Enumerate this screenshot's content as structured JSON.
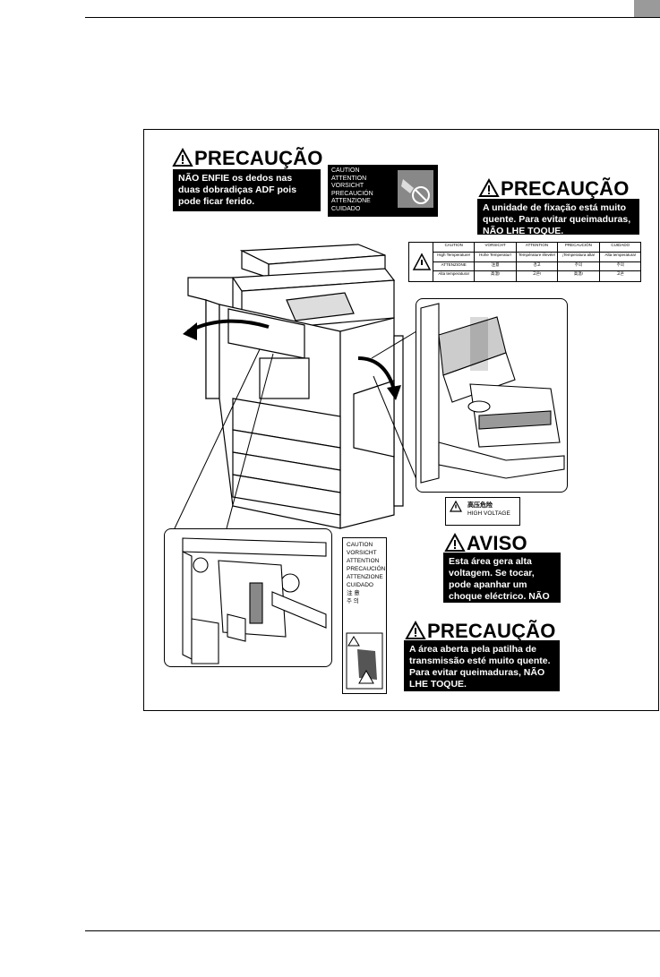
{
  "caution_adf": {
    "title": "PRECAUÇÃO",
    "text": "NÃO ENFIE os dedos nas duas dobradiças ADF pois pode ficar ferido."
  },
  "adf_label": {
    "lines": [
      "CAUTION",
      "ATTENTION",
      "VORSICHT",
      "PRECAUCIÓN",
      "ATTENZIONE",
      "CUIDADO"
    ]
  },
  "caution_fuser": {
    "title": "PRECAUÇÃO",
    "text": "A unidade de fixação está muito quente. Para evitar queimaduras, NÃO LHE TOQUE."
  },
  "fuser_table": {
    "headers": [
      "CAUTION",
      "VORSICHT",
      "ATTENTION",
      "PRECAUCIÓN",
      "CUIDADO"
    ],
    "row1": [
      "High Temperature!",
      "Hohe Temperatur!",
      "Température élevée!",
      "¡Temperatura alta!",
      "Alta temperatura!"
    ],
    "row2": [
      "ATTENZIONE",
      "注意",
      "경고",
      "주의",
      "주의"
    ],
    "row3": [
      "Alta temperatura!",
      "高温!",
      "고온!",
      "高温!",
      "고온"
    ]
  },
  "hv_label": {
    "cjk": "高压危险",
    "text": "HIGH VOLTAGE"
  },
  "warning_hv": {
    "title": "AVISO",
    "text": "Esta área gera alta voltagem. Se tocar, pode apanhar um choque eléctrico. NÃO TOCAR!"
  },
  "transfer_label": {
    "lines": [
      "CAUTION",
      "VORSICHT",
      "ATTENTION",
      "PRECAUCIÓN",
      "ATTENZIONE",
      "CUIDADO",
      "注 意",
      "주 의"
    ]
  },
  "caution_transfer": {
    "title": "PRECAUÇÃO",
    "text": "A área aberta pela patilha de transmissão esté muito quente. Para evitar queimaduras, NÃO LHE TOQUE."
  }
}
